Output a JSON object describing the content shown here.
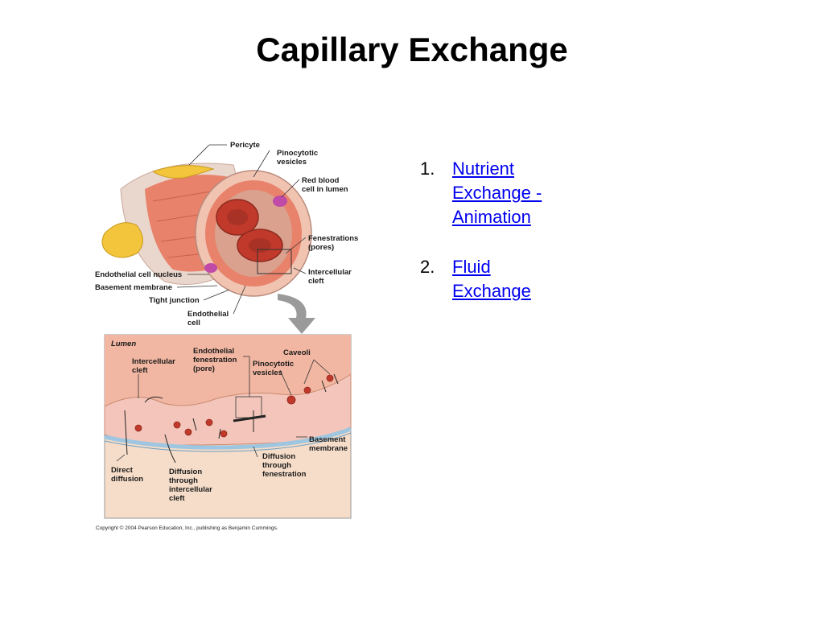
{
  "title": "Capillary Exchange",
  "links": [
    {
      "number": "1.",
      "lines": [
        "Nutrient",
        "Exchange -",
        "Animation"
      ]
    },
    {
      "number": "2.",
      "lines": [
        "Fluid",
        "Exchange"
      ]
    }
  ],
  "figure": {
    "top_labels": {
      "pericyte": "Pericyte",
      "pinocytotic_1": "Pinocytotic",
      "pinocytotic_2": "vesicles",
      "rbc_1": "Red blood",
      "rbc_2": "cell in lumen",
      "fen_1": "Fenestrations",
      "fen_2": "(pores)",
      "cleft_1": "Intercellular",
      "cleft_2": "cleft",
      "nucleus": "Endothelial cell nucleus",
      "basement": "Basement membrane",
      "tight": "Tight junction",
      "endo_1": "Endothelial",
      "endo_2": "cell"
    },
    "bottom_labels": {
      "lumen": "Lumen",
      "cleft_1": "Intercellular",
      "cleft_2": "cleft",
      "efen_1": "Endothelial",
      "efen_2": "fenestration",
      "efen_3": "(pore)",
      "pino_1": "Pinocytotic",
      "pino_2": "vesicles",
      "caveoli": "Caveoli",
      "bm_1": "Basement",
      "bm_2": "membrane",
      "direct_1": "Direct",
      "direct_2": "diffusion",
      "dic_1": "Diffusion",
      "dic_2": "through",
      "dic_3": "intercellular",
      "dic_4": "cleft",
      "dtf_1": "Diffusion",
      "dtf_2": "through",
      "dtf_3": "fenestration"
    },
    "copyright": "Copyright © 2004 Pearson Education, Inc., publishing as Benjamin Cummings."
  },
  "colors": {
    "link": "#0000ee",
    "tissue": "#e8826b",
    "lumen_bg": "#f2b7a2",
    "panel_bg": "#f6ddc9",
    "nucleus": "#c04aa8",
    "pericyte": "#f2c53d",
    "rbc": "#c0392b",
    "membrane": "#9fc6e0",
    "arrow": "#9a9a9a"
  }
}
